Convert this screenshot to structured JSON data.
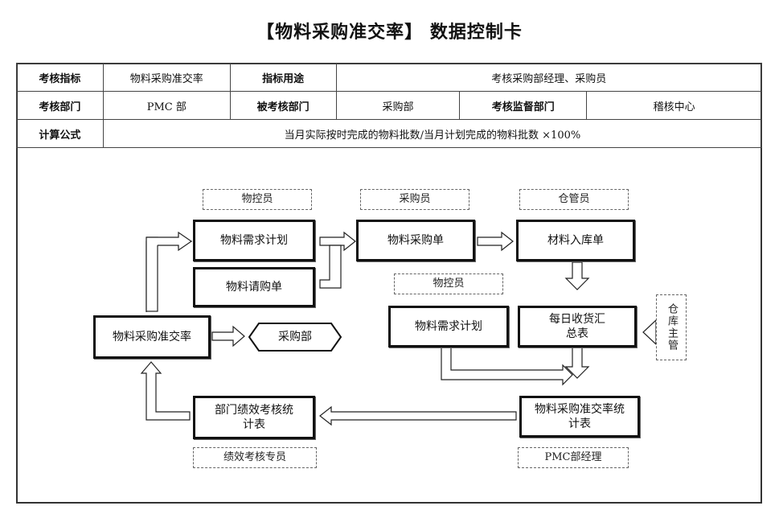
{
  "title": "【物料采购准交率】 数据控制卡",
  "table": {
    "row1": {
      "indicator_label": "考核指标",
      "indicator_value": "物料采购准交率",
      "purpose_label": "指标用途",
      "purpose_value": "考核采购部经理、采购员"
    },
    "row2": {
      "dept_label": "考核部门",
      "dept_value": "PMC 部",
      "assessed_label": "被考核部门",
      "assessed_value": "采购部",
      "supervisor_label": "考核监督部门",
      "supervisor_value": "稽核中心"
    },
    "row3": {
      "formula_label": "计算公式",
      "formula_value": "当月实际按时完成的物料批数/当月计划完成的物料批数 ×100%"
    }
  },
  "flow": {
    "role_material_controller_top": "物控员",
    "box_material_demand_plan": "物料需求计划",
    "box_material_requisition": "物料请购单",
    "role_buyer": "采购员",
    "box_purchase_order": "物料采购单",
    "role_warehouse_keeper": "仓管员",
    "box_warehouse_receipt": "材料入库单",
    "role_material_controller_mid": "物控员",
    "box_material_demand_plan_2": "物料需求计划",
    "box_daily_receipt_summary": "每日收货汇总表",
    "role_warehouse_supervisor": "仓库主管",
    "box_ontime_rate_center": "物料采购准交率",
    "box_purchase_dept": "采购部",
    "box_dept_performance_stats": "部门绩效考核统计表",
    "role_performance_specialist": "绩效考核专员",
    "box_ontime_rate_stats": "物料采购准交率统计表",
    "role_pmc_manager": "PMC部经理"
  }
}
